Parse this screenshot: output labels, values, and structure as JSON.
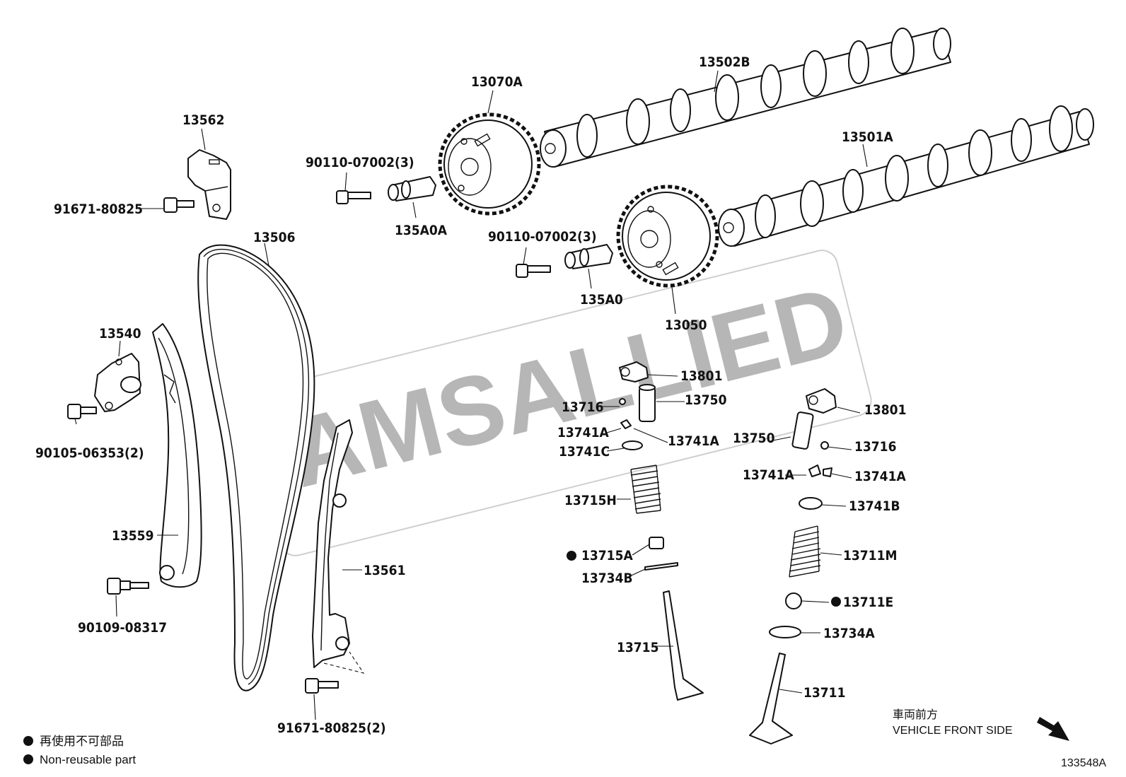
{
  "diagram": {
    "watermark": "AMSALLIED",
    "part_numbers": {
      "p13562": "13562",
      "p91671_80825": "91671-80825",
      "p13506": "13506",
      "p13540": "13540",
      "p90105": "90105-06353(2)",
      "p13559": "13559",
      "p90109": "90109-08317",
      "p13561": "13561",
      "p91671_80825_2": "91671-80825(2)",
      "p90110_a": "90110-07002(3)",
      "p135A0A": "135A0A",
      "p13070A": "13070A",
      "p13502B": "13502B",
      "p13501A": "13501A",
      "p90110_b": "90110-07002(3)",
      "p135A0": "135A0",
      "p13050": "13050",
      "p13801_l": "13801",
      "p13716_l": "13716",
      "p13750_l": "13750",
      "p13741A_l1": "13741A",
      "p13741A_l2": "13741A",
      "p13741C": "13741C",
      "p13715H": "13715H",
      "p13715A": "13715A",
      "p13734B": "13734B",
      "p13715": "13715",
      "p13801_r": "13801",
      "p13750_r": "13750",
      "p13716_r": "13716",
      "p13741A_r1": "13741A",
      "p13741A_r2": "13741A",
      "p13741B": "13741B",
      "p13711M": "13711M",
      "p13711E": "13711E",
      "p13734A": "13734A",
      "p13711": "13711"
    },
    "legend": {
      "reuse_jp": "再使用不可部品",
      "reuse_en": "Non-reusable part"
    },
    "vehicle_front": {
      "jp": "車両前方",
      "en": "VEHICLE FRONT SIDE"
    },
    "diagram_id": "133548A"
  }
}
